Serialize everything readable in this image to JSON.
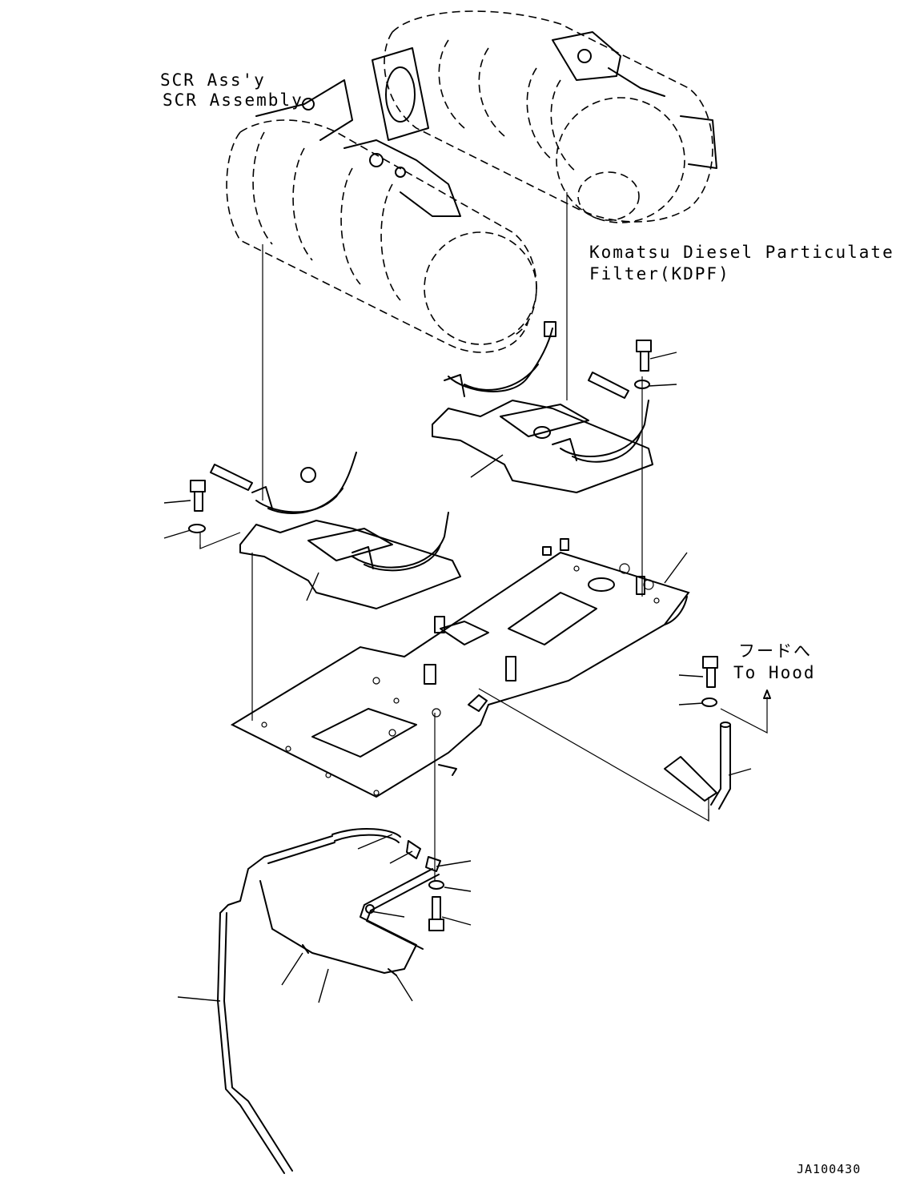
{
  "labels": {
    "scr_ja": "SCR Ass'y",
    "scr_en": "SCR Assembly",
    "kdpf_line1": "Komatsu Diesel Particulate",
    "kdpf_line2": "Filter(KDPF)",
    "hood_ja": "フードへ",
    "hood_en": "To Hood",
    "drawing_id": "JA100430"
  }
}
